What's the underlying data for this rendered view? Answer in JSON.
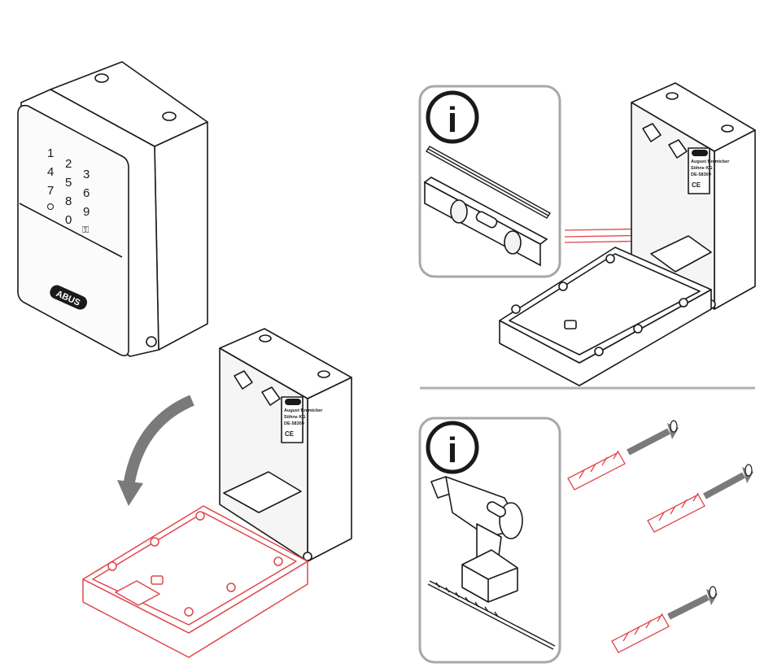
{
  "keypad": {
    "keys": [
      "1",
      "2",
      "3",
      "4",
      "5",
      "6",
      "7",
      "8",
      "9",
      "0"
    ],
    "lock_symbol": "⚿"
  },
  "brand": {
    "logo_text": "ABUS"
  },
  "label": {
    "lines": [
      "August Bremicker",
      "Söhne KG",
      "DE-58300"
    ],
    "ce": "CE"
  },
  "info": {
    "glyph": "i"
  },
  "colors": {
    "line": "#1a1a1a",
    "highlight": "#e0474c",
    "arrow": "#7a7a7a",
    "panel_border": "#a8a8a8",
    "divider": "#b0b0b0"
  },
  "icons": [
    "info-icon",
    "rotate-arrow-icon",
    "pencil-icon",
    "spirit-level-icon",
    "drill-icon",
    "drill-bit-icon",
    "wall-plug-icon",
    "screw-icon"
  ]
}
